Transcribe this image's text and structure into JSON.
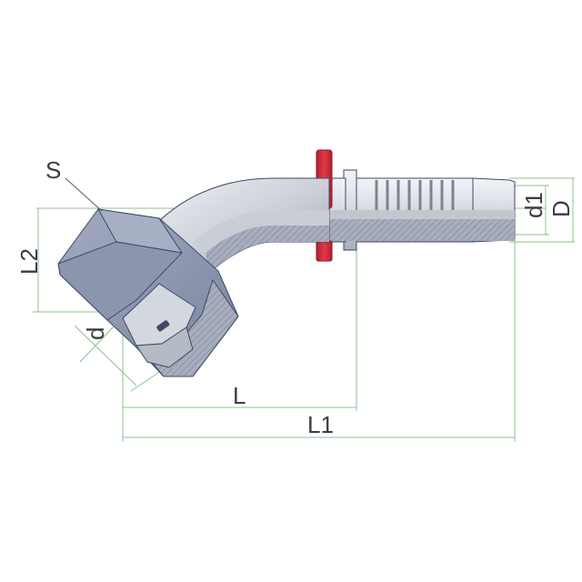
{
  "labels": {
    "S": "S",
    "L2": "L2",
    "d": "d",
    "L": "L",
    "L1": "L1",
    "d1": "d1",
    "D": "D"
  },
  "colors": {
    "background": "#ffffff",
    "metal_light": "#e4e7ec",
    "metal_mid": "#b8bec6",
    "metal_dark": "#8c939c",
    "nut_face": "#8e97b0",
    "nut_dark": "#6d7692",
    "section_hatch": "#9097a8",
    "red_ring": "#d8323f",
    "red_ring_dark": "#b3202c",
    "dimension_line": "#8cc08a",
    "leader_line": "#555c66",
    "outline": "#3e4a66",
    "label_text": "#3a3d42"
  }
}
